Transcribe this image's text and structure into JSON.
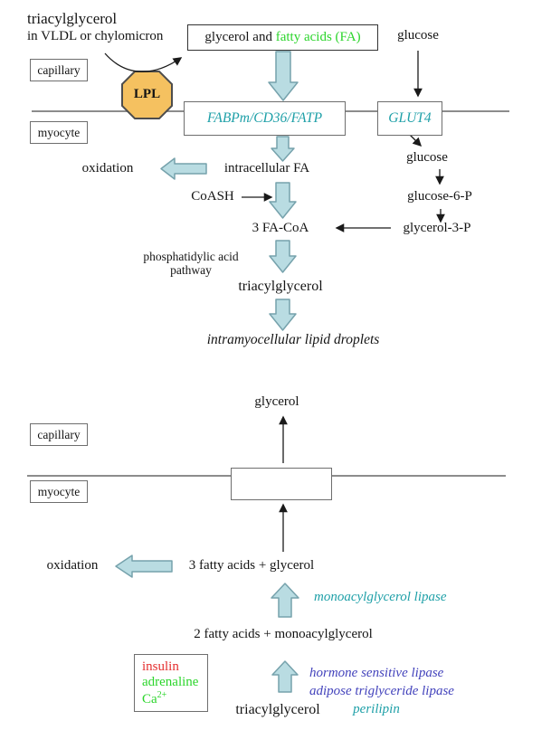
{
  "colors": {
    "teal_text": "#1FA0A8",
    "bright_green_text": "#2BD52B",
    "red_text": "#E53030",
    "blue_text": "#4343BC",
    "block_arrow_fill": "#B9DCE2",
    "block_arrow_stroke": "#76A2AC",
    "lpl_octagon_fill": "#F5C160",
    "membrane_line": "#8C8C8C"
  },
  "top_panel": {
    "source_line1": "triacylglycerol",
    "source_line2": "in VLDL or chylomicron",
    "capillary_label": "capillary",
    "myocyte_label": "myocyte",
    "lpl_label": "LPL",
    "product_box_black": "glycerol and ",
    "product_box_green": "fatty acids (FA)",
    "glucose_top": "glucose",
    "fabpm_label": "FABPm/CD36/FATP",
    "glut4_label": "GLUT4",
    "oxidation": "oxidation",
    "intracellular_fa": "intracellular FA",
    "coash": "CoASH",
    "fa_coa": "3 FA-CoA",
    "glucose_inner": "glucose",
    "glucose_6_p": "glucose-6-P",
    "glycerol_3_p": "glycerol-3-P",
    "pathway_line1": "phosphatidylic acid",
    "pathway_line2": "pathway",
    "triacylglycerol": "triacylglycerol",
    "lipid_droplets": "intramyocellular lipid droplets"
  },
  "bottom_panel": {
    "glycerol": "glycerol",
    "capillary_label": "capillary",
    "myocyte_label": "myocyte",
    "oxidation": "oxidation",
    "fa3_glycerol": "3 fatty acids + glycerol",
    "monoacylglycerol_lipase": "monoacylglycerol lipase",
    "fa2_monoacylglycerol": "2 fatty acids + monoacylglycerol",
    "regulators": {
      "insulin": "insulin",
      "adrenaline": "adrenaline",
      "ca_base": "Ca",
      "ca_sup": "2+"
    },
    "hormone_sensitive_lipase": "hormone sensitive lipase",
    "adipose_triglyceride_lipase": "adipose triglyceride lipase",
    "perilipin": "perilipin",
    "triacylglycerol": "triacylglycerol"
  }
}
